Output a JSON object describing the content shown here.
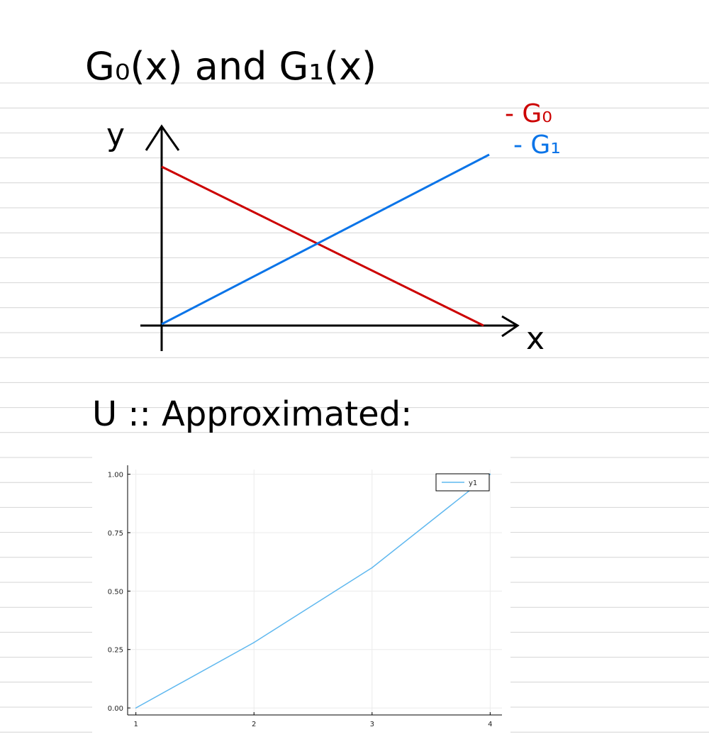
{
  "heading": "G₀(x) and G₁(x)",
  "sketch": {
    "y_axis_label": "y",
    "x_axis_label": "x",
    "legend": [
      {
        "label": "- G₀",
        "color": "#cc0000"
      },
      {
        "label": "- G₁",
        "color": "#0a74e8"
      }
    ]
  },
  "subheading": "U :: Approximated:",
  "chart_data": {
    "type": "line",
    "x": [
      1,
      2,
      3,
      4
    ],
    "xticks": [
      "1",
      "2",
      "3",
      "4"
    ],
    "yticks": [
      "0.00",
      "0.25",
      "0.50",
      "0.75",
      "1.00"
    ],
    "xlim": [
      0.93,
      4.1
    ],
    "ylim": [
      -0.03,
      1.02
    ],
    "grid": true,
    "legend_position": "top-right",
    "series": [
      {
        "name": "y1",
        "color": "#5fb8ef",
        "values": [
          0.0,
          0.28,
          0.6,
          1.0
        ]
      }
    ]
  }
}
